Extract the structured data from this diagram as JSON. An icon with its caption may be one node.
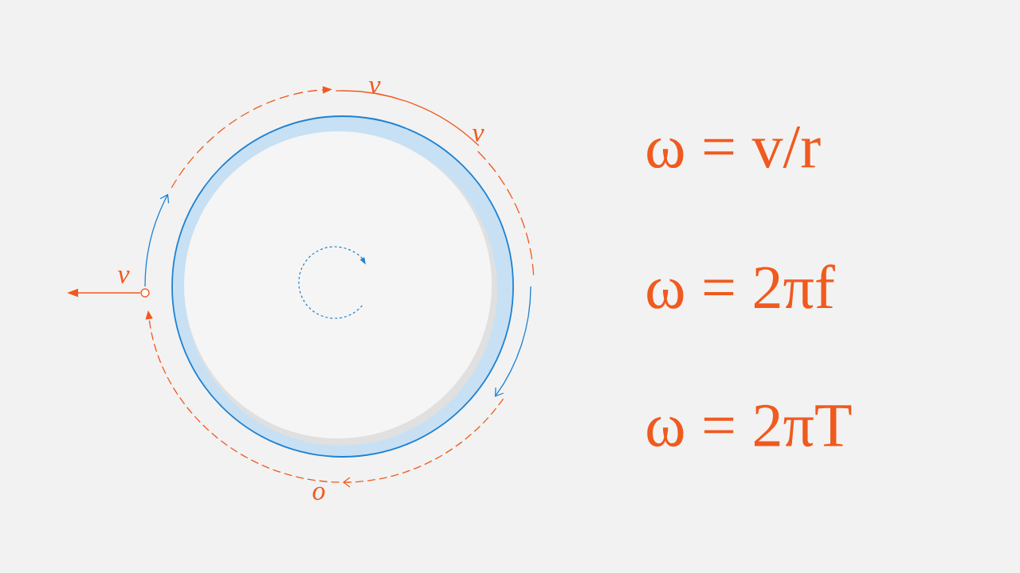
{
  "diagram": {
    "labels": [
      "v",
      "v",
      "ω = v/r",
      "v",
      "ω = 2πf",
      "ω = 2πT",
      "o"
    ]
  }
}
